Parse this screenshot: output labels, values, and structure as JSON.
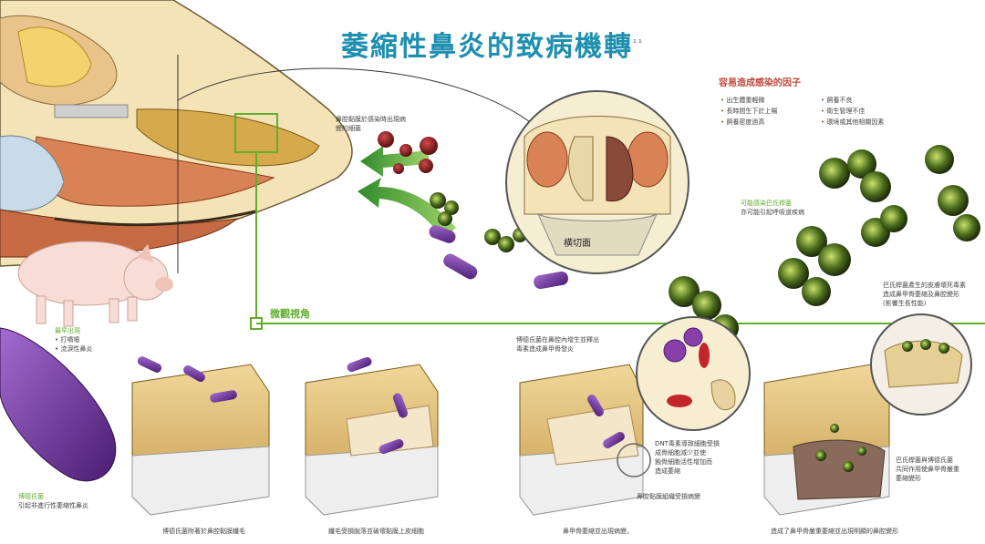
{
  "title": "萎縮性鼻炎的致病機轉",
  "title_mark": "¹¹",
  "risk_factors": {
    "heading": "容易造成感染的因子",
    "left": [
      "出生體重輕微",
      "長時間生下於上楊",
      "飼養密度過高"
    ],
    "right": [
      "飼養不良",
      "衛生管理不佳",
      "環境或其他相關因素"
    ]
  },
  "labels": {
    "cross_section": "横切面",
    "micro_view": "微觀視角",
    "bacteria_note": "鼻腔黏膜於感染時出現病變的細菌",
    "pasteurella_note": [
      "可能感染巴氏桿菌",
      "亦可能引起呼吸道疾病"
    ],
    "pasteurella_detail": [
      "巴氏桿菌產生的皮膚壞死毒素",
      "造成鼻甲骨萎縮及鼻腔變形",
      "(影響生長性能)"
    ],
    "bordetella_note": [
      "最早出現",
      "• 打噴嚏",
      "• 流淚性鼻炎"
    ],
    "bordetella_tag": [
      "博德氏菌",
      "引起非進行性萎縮性鼻炎"
    ],
    "stage3_top": [
      "博德氏菌在鼻腔內增生並釋出",
      "毒素造成鼻甲骨發炎"
    ],
    "stage3_detail": [
      "DNT毒素導致細胞受損",
      "成骨細胞減少並使",
      "蝕骨細胞活性增加而",
      "造成萎縮"
    ],
    "stage3_small": "鼻腔黏膜組織受損病變",
    "stage4_detail": [
      "巴氏桿菌與博德氏菌",
      "共同作用使鼻甲骨嚴重",
      "萎縮變形"
    ]
  },
  "bottom_captions": [
    "博德氏菌附著於鼻腔黏膜纖毛",
    "纖毛受損脫落並破壞黏膜上皮細胞",
    "鼻甲骨萎縮並出現病變，",
    "造成了鼻甲骨嚴重萎縮並出現明顯的鼻腔變形"
  ],
  "colors": {
    "title": "#1f8fb0",
    "accent_green": "#5fae2e",
    "bordetella_purple": "#7b3fa0",
    "pasteurella_green": "#4a6b1d",
    "blood_red": "#8b1a1a",
    "tissue_tan": "#e3c88a"
  }
}
